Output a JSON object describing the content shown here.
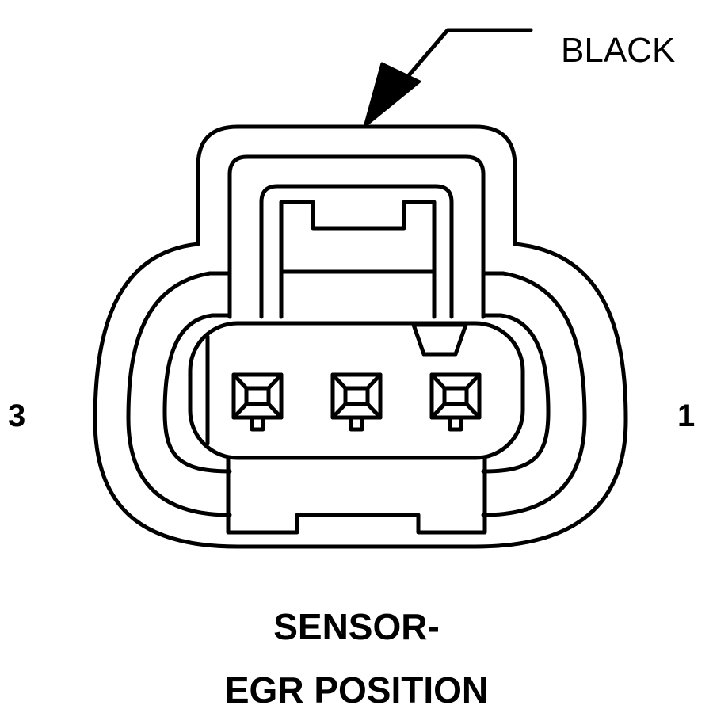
{
  "diagram": {
    "wire_color_label": "BLACK",
    "pin_left_label": "3",
    "pin_right_label": "1",
    "title_line1": "SENSOR-",
    "title_line2": "EGR POSITION",
    "terminal_count": 3,
    "line_color": "#000000",
    "background_color": "#ffffff"
  }
}
